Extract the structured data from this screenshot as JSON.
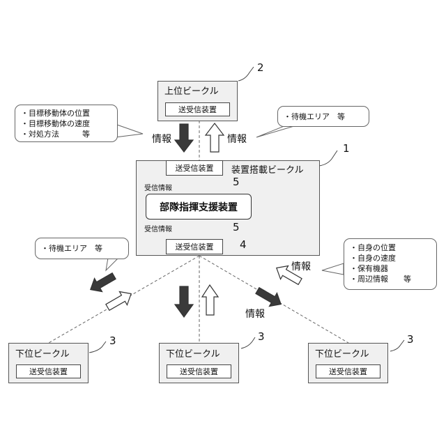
{
  "upper_vehicle": {
    "title": "上位ビークル",
    "device": "送受信装置",
    "ref": "2"
  },
  "main_vehicle": {
    "title": "装置搭載ビークル",
    "device_top": "送受信装置",
    "device_bottom": "送受信装置",
    "core": "部隊指揮支援装置",
    "recv_info_top": "受信情報",
    "recv_info_bottom": "受信情報",
    "ref": "1",
    "ref_core_top": "5",
    "ref_core_bottom": "5",
    "ref_device": "4"
  },
  "lower_vehicles": [
    {
      "title": "下位ビークル",
      "device": "送受信装置",
      "ref": "3"
    },
    {
      "title": "下位ビークル",
      "device": "送受信装置",
      "ref": "3"
    },
    {
      "title": "下位ビークル",
      "device": "送受信装置",
      "ref": "3"
    }
  ],
  "info_labels": {
    "to_upper_left": "情報",
    "to_upper_right": "情報",
    "lower_right": "情報",
    "center_bottom": "情報"
  },
  "callouts": {
    "upper_left": {
      "items": [
        "目標移動体の位置",
        "目標移動体の速度",
        "対処方法　　　等"
      ]
    },
    "upper_right": {
      "items": [
        "待機エリア　等"
      ]
    },
    "lower_left": {
      "items": [
        "待機エリア　等"
      ]
    },
    "lower_right": {
      "items": [
        "自身の位置",
        "自身の速度",
        "保有機器",
        "周辺情報　　等"
      ]
    }
  }
}
